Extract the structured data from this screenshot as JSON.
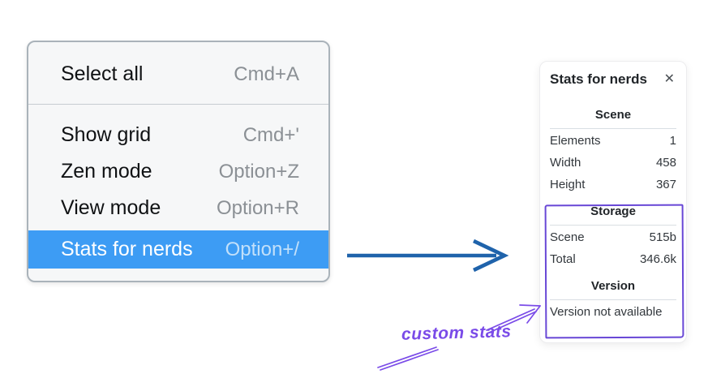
{
  "colors": {
    "menu_highlight": "#3d9cf4",
    "menu_background": "#f6f7f8",
    "flow_arrow_blue": "#1f63ab",
    "annotation_purple": "#7a4be8",
    "box_purple": "#6847d6"
  },
  "context_menu": {
    "items": [
      {
        "label": "Select all",
        "shortcut": "Cmd+A",
        "highlighted": false
      },
      {
        "label": "Show grid",
        "shortcut": "Cmd+'",
        "highlighted": false
      },
      {
        "label": "Zen mode",
        "shortcut": "Option+Z",
        "highlighted": false
      },
      {
        "label": "View mode",
        "shortcut": "Option+R",
        "highlighted": false
      },
      {
        "label": "Stats for nerds",
        "shortcut": "Option+/",
        "highlighted": true
      }
    ]
  },
  "stats_panel": {
    "title": "Stats for nerds",
    "close_icon": "✕",
    "sections": [
      {
        "header": "Scene",
        "rows": [
          {
            "label": "Elements",
            "value": "1"
          },
          {
            "label": "Width",
            "value": "458"
          },
          {
            "label": "Height",
            "value": "367"
          }
        ]
      },
      {
        "header": "Storage",
        "rows": [
          {
            "label": "Scene",
            "value": "515b"
          },
          {
            "label": "Total",
            "value": "346.6k"
          }
        ]
      },
      {
        "header": "Version",
        "note": "Version not available"
      }
    ]
  },
  "annotation": {
    "label": "custom stats"
  }
}
